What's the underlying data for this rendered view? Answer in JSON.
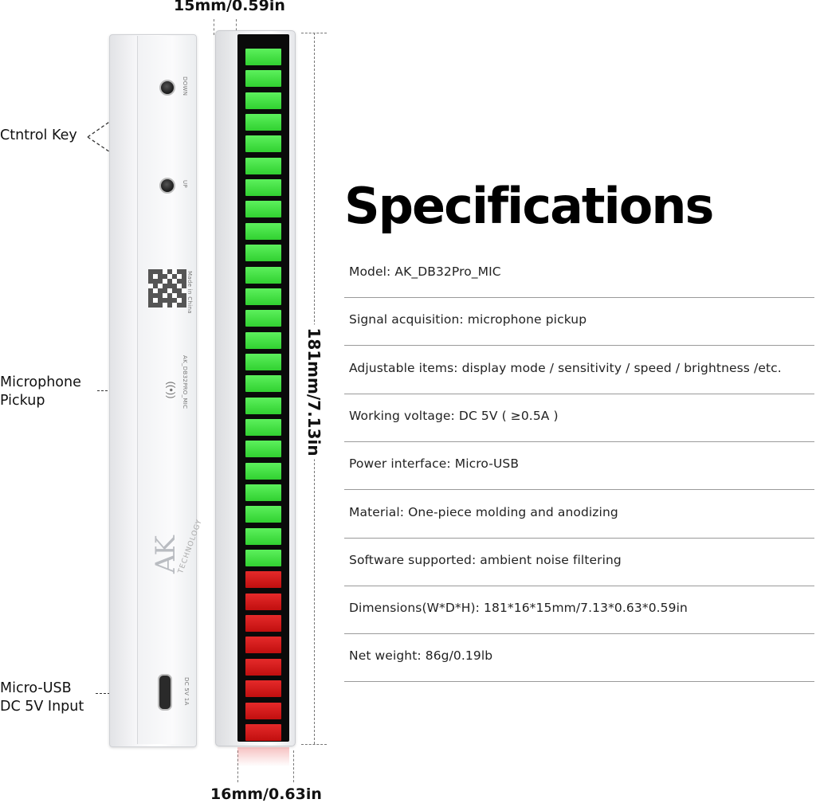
{
  "dimensions": {
    "thickness": "15mm/0.59in",
    "length": "181mm/7.13in",
    "depth": "16mm/0.63in"
  },
  "callouts": {
    "control_key": "Ctntrol Key",
    "microphone_line1": "Microphone",
    "microphone_line2": "Pickup",
    "usb_line1": "Micro-USB",
    "usb_line2": "DC 5V Input"
  },
  "device_back": {
    "key_down": "DOWN",
    "key_up": "UP",
    "made_in": "Made in China",
    "model_mark": "AK_DB32PRO_MIC",
    "power_mark": "DC 5V 1A",
    "logo": "AK",
    "logo_sub": "TECHNOLOGY"
  },
  "led_bar": {
    "green_segments": 24,
    "red_segments": 8,
    "green_color": "#3fdc3f",
    "red_color": "#d41a1a"
  },
  "specifications": {
    "title": "Specifications",
    "items": [
      "Model: AK_DB32Pro_MIC",
      "Signal acquisition: microphone pickup",
      "Adjustable items:  display mode / sensitivity / speed / brightness /etc.",
      "Working voltage: DC 5V ( ≥0.5A )",
      "Power interface: Micro-USB",
      "Material: One-piece molding and anodizing",
      "Software supported: ambient noise filtering",
      "Dimensions(W*D*H): 181*16*15mm/7.13*0.63*0.59in",
      "Net weight: 86g/0.19lb"
    ]
  }
}
